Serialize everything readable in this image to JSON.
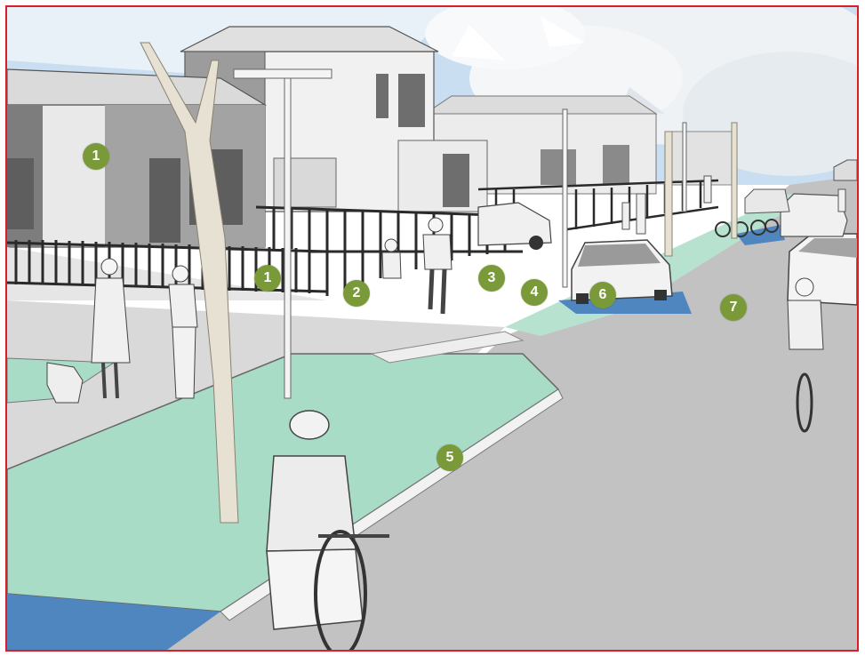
{
  "colors": {
    "marker": "#7a9a3a",
    "grass": "#a8dcc6",
    "cycle_lane": "#4f86c0",
    "road": "#c8c8c8",
    "footpath": "#d6d6d6",
    "sky": "#bcd6ec",
    "border": "#d9202a"
  },
  "markers": [
    {
      "label": "1"
    },
    {
      "label": "1"
    },
    {
      "label": "2"
    },
    {
      "label": "3"
    },
    {
      "label": "4"
    },
    {
      "label": "5"
    },
    {
      "label": "6"
    },
    {
      "label": "7"
    }
  ]
}
